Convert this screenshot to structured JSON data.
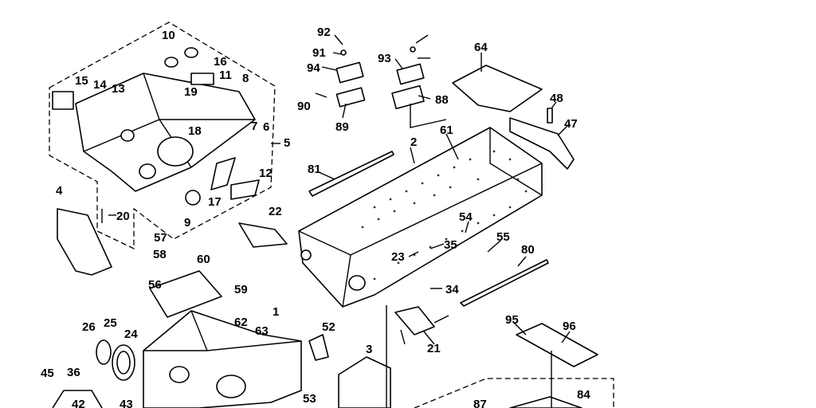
{
  "diagram": {
    "callouts": [
      "92",
      "91",
      "94",
      "93",
      "90",
      "89",
      "88",
      "64",
      "48",
      "47",
      "10",
      "16",
      "11",
      "15",
      "14",
      "13",
      "19",
      "8",
      "7",
      "6",
      "18",
      "5",
      "2",
      "61",
      "81",
      "12",
      "17",
      "9",
      "4",
      "20",
      "22",
      "54",
      "55",
      "57",
      "58",
      "60",
      "35",
      "23",
      "80",
      "34",
      "56",
      "59",
      "62",
      "63",
      "1",
      "26",
      "25",
      "24",
      "52",
      "21",
      "3",
      "95",
      "96",
      "45",
      "36",
      "42",
      "43",
      "53",
      "87",
      "84"
    ]
  }
}
